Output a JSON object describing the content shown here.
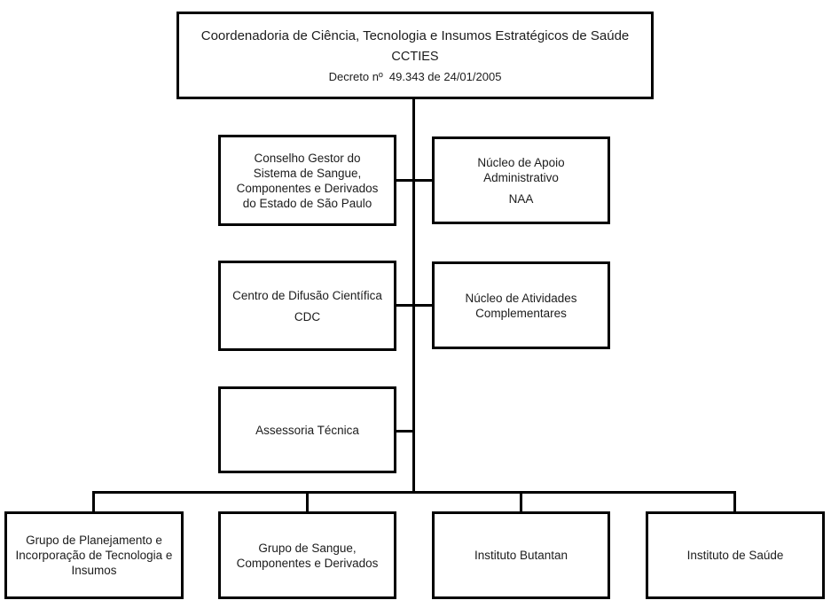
{
  "org_chart": {
    "root": {
      "title": "Coordenadoria de Ciência, Tecnologia e Insumos Estratégicos de Saúde",
      "acronym": "CCTIES",
      "decree": "Decreto nº  49.343 de 24/01/2005"
    },
    "staff_units": [
      {
        "name": "Conselho Gestor do\nSistema de Sangue,\nComponentes e Derivados\ndo Estado de São Paulo"
      },
      {
        "name": "Núcleo de Apoio\nAdministrativo",
        "acronym": "NAA"
      },
      {
        "name": "Centro de Difusão Científica",
        "acronym": "CDC"
      },
      {
        "name": "Núcleo de Atividades\nComplementares"
      },
      {
        "name": "Assessoria Técnica"
      }
    ],
    "subordinate_units": [
      {
        "name": "Grupo de Planejamento e\nIncorporação de Tecnologia e\nInsumos"
      },
      {
        "name": "Grupo de Sangue,\nComponentes e Derivados"
      },
      {
        "name": "Instituto Butantan"
      },
      {
        "name": "Instituto de Saúde"
      }
    ],
    "colors": {
      "line": "#000000",
      "text": "#1c1c1c",
      "background": "#ffffff"
    }
  }
}
